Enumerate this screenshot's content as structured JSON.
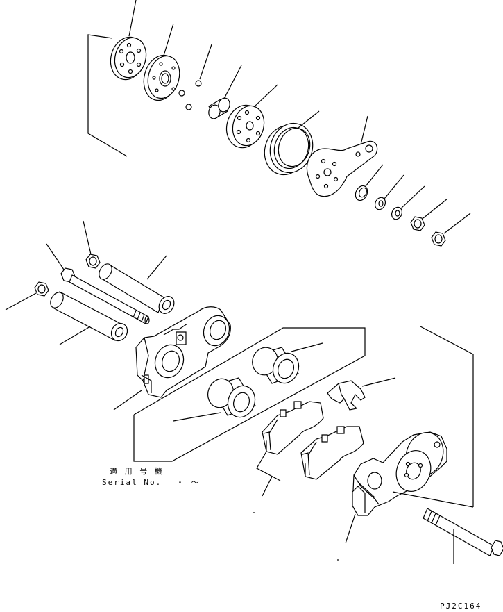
{
  "applicable_label": "適 用 号 機",
  "serial_label": "Serial No.",
  "serial_range": "・ 〜",
  "drawing_code": "PJ2C164",
  "line_color": "#000000"
}
